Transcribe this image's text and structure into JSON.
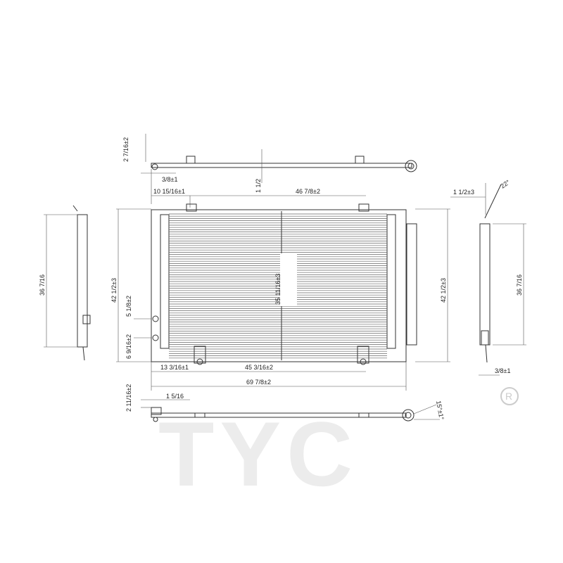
{
  "brand": {
    "logo_text": "TYC",
    "registered_mark": "®"
  },
  "dimensions": {
    "top_height": "2 7/16±2",
    "top_offset": "3/8±1",
    "top_center": "1 1/2",
    "bracket_offset": "10 15/16±1",
    "bracket_spacing": "46 7/8±2",
    "left_height": "36 7/16",
    "overall_height_left": "42 1/2±3",
    "core_height": "35 11/16±3",
    "fitting_upper": "5 1/8±2",
    "fitting_lower": "6 9/16±2",
    "overall_height_right": "42 1/2±3",
    "right_depth": "1 1/2±3",
    "right_angle": "22°",
    "right_height": "36 7/16",
    "right_bottom": "3/8±1",
    "lower_bracket_offset": "13 3/16±1",
    "lower_bracket_spacing": "45 3/16±2",
    "overall_width": "69 7/8±2",
    "bottom_height": "2 11/16±2",
    "bottom_offset": "1 5/16",
    "bottom_angle": "15°±1°"
  }
}
